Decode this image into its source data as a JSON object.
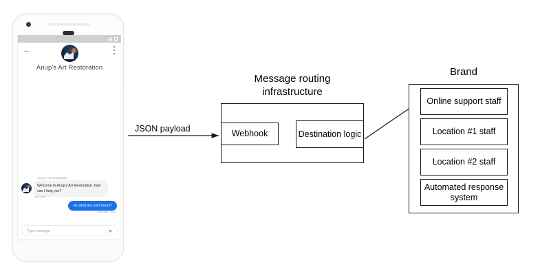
{
  "phone": {
    "status_bar": {
      "signal_icon": "signal-bars-icon",
      "battery_icon": "battery-icon"
    },
    "header": {
      "back_icon": "back-arrow-icon",
      "menu_icon": "kebab-menu-icon",
      "avatar_icon": "brand-avatar-icon",
      "title": "Anup's Art Restoration"
    },
    "chat": {
      "incoming": {
        "sender": "Anup's Art Restoration",
        "text": "Welcome to Anup's Art Restoration, how can I help you?",
        "timestamp": "Just Now",
        "avatar_icon": "brand-avatar-icon"
      },
      "outgoing": {
        "text": "Hi, what are your hours?",
        "timestamp": "Just Now • Sent",
        "bubble_color": "#1a73e8"
      }
    },
    "composer": {
      "placeholder": "Type message",
      "send_icon": "send-icon"
    },
    "nav": {
      "back_icon": "nav-back-icon",
      "home_icon": "nav-home-pill-icon"
    }
  },
  "diagram": {
    "json_payload_label": "JSON payload",
    "routing": {
      "title": "Message routing infrastructure",
      "webhook_label": "Webhook",
      "destination_label": "Destination logic"
    },
    "brand": {
      "title": "Brand",
      "items": [
        {
          "label": "Online support staff"
        },
        {
          "label": "Location #1 staff"
        },
        {
          "label": "Location #2 staff"
        },
        {
          "label": "Automated response system"
        }
      ]
    },
    "colors": {
      "stroke": "#1b1b1b",
      "background": "#ffffff",
      "text": "#000000"
    }
  }
}
